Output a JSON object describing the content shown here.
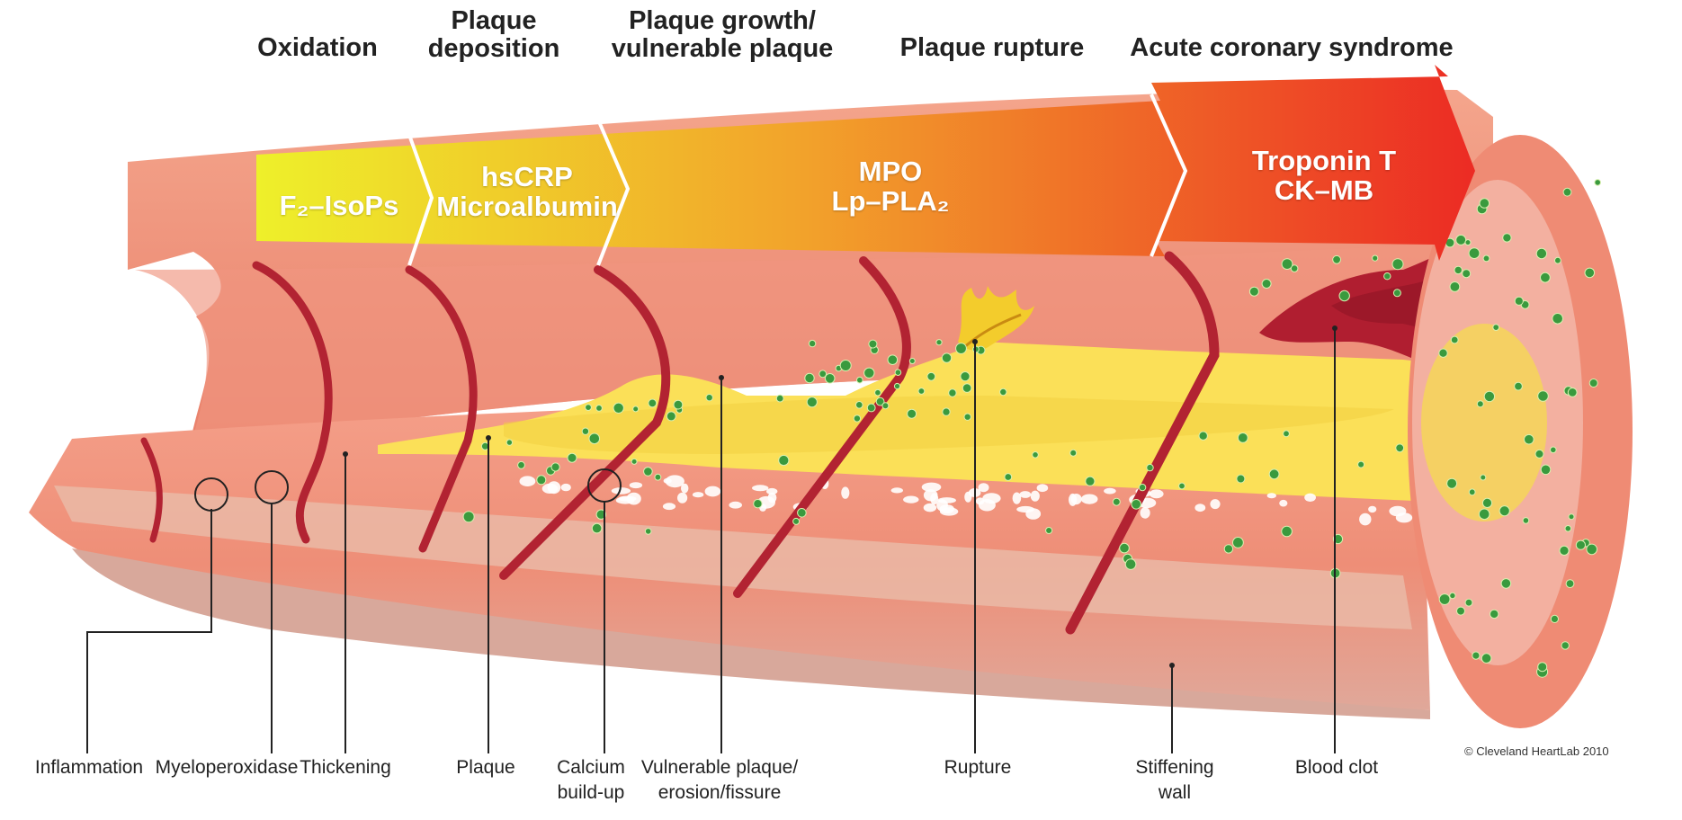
{
  "stages": [
    "Oxidation",
    "Plaque\ndeposition",
    "Plaque growth/\nvulnerable plaque",
    "Plaque rupture",
    "Acute coronary syndrome"
  ],
  "markers": [
    "F₂–IsoPs",
    "hsCRP\nMicroalbumin",
    "MPO\nLp–PLA₂",
    "Troponin T\nCK–MB"
  ],
  "callouts": [
    "Inflammation",
    "Myeloperoxidase",
    "Thickening",
    "Plaque",
    "Calcium\nbuild-up",
    "Vulnerable plaque/\nerosion/fissure",
    "Rupture",
    "Stiffening\nwall",
    "Blood clot"
  ],
  "copyright": "© Cleveland HeartLab 2010",
  "colors": {
    "arrow_start": "#eef02a",
    "arrow_mid": "#f2a22b",
    "arrow_end": "#ec2b24",
    "vessel_wall": "#f08870",
    "vessel_dark": "#b22332",
    "plaque": "#fbe058",
    "clot": "#b01e30",
    "cells": "#3a9a3e"
  }
}
